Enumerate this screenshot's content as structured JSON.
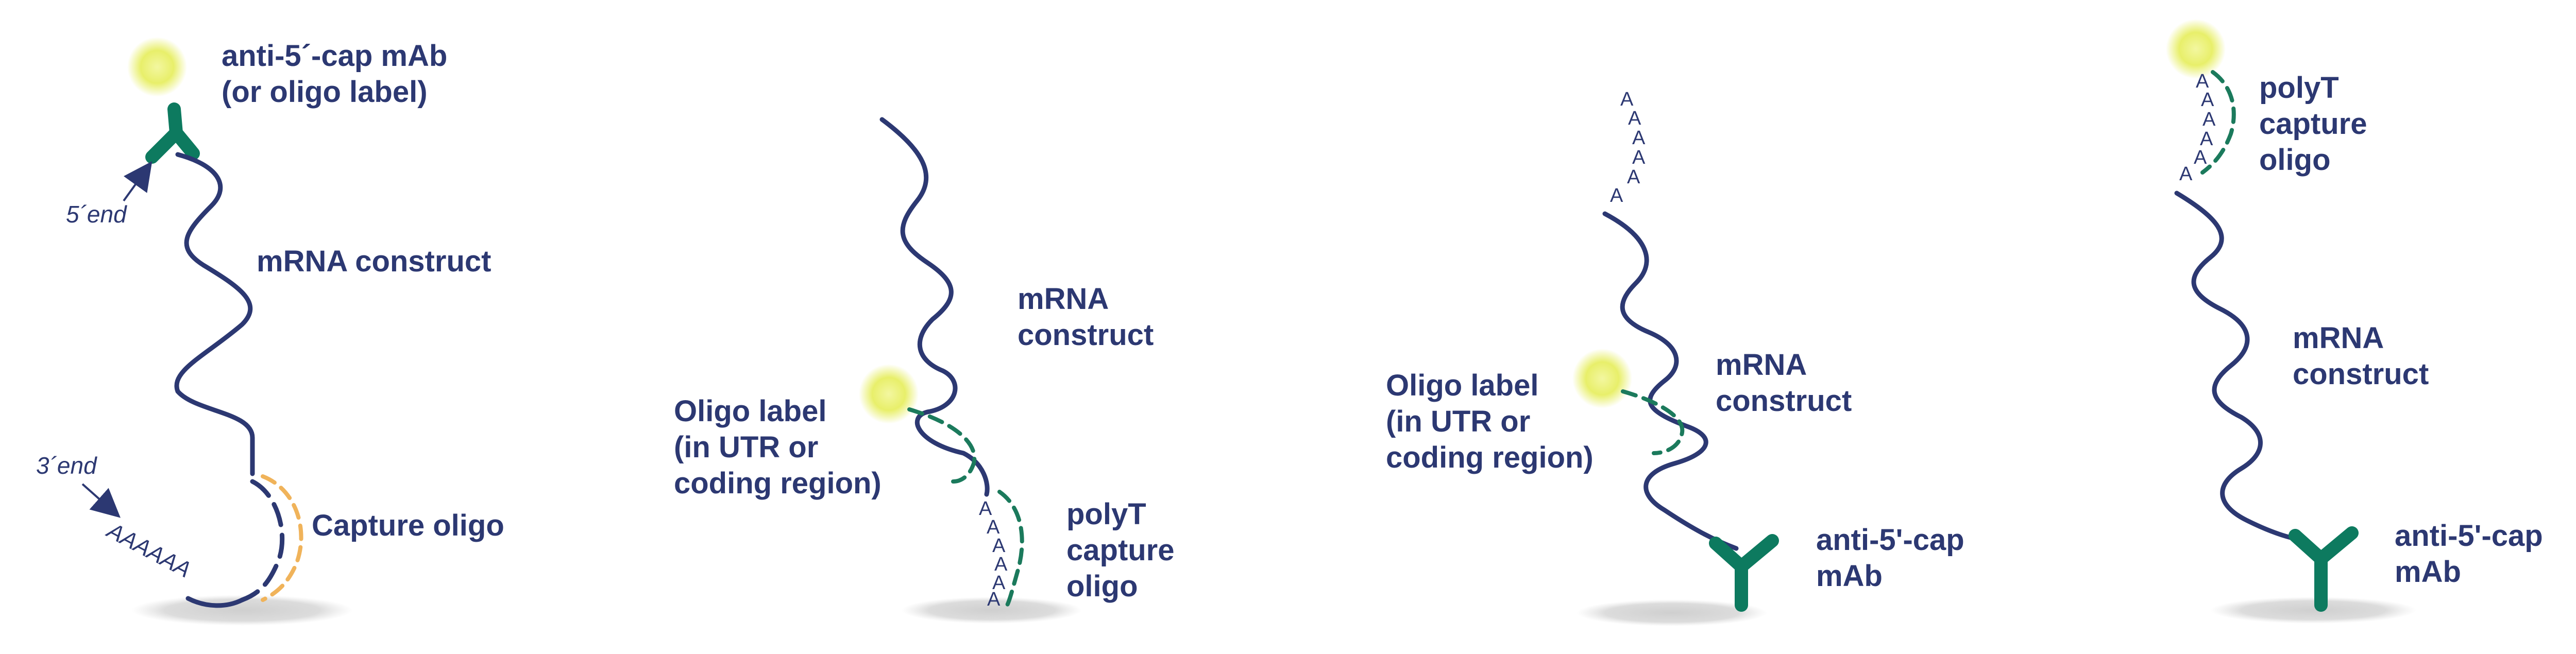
{
  "colors": {
    "rna": "#2c3872",
    "antibody": "#0d7a5f",
    "capture_oligo": "#f0b35a",
    "polyt_oligo": "#1b7a5c",
    "label_glow": "#e8ef6a",
    "surface": "#d9d9d9"
  },
  "panel1": {
    "label_cap_line1": "anti-5´-cap mAb",
    "label_cap_line2": "(or oligo label)",
    "five_end": "5´end",
    "construct": "mRNA construct",
    "three_end": "3´end",
    "polyA": "AAAAAA",
    "capture": "Capture oligo"
  },
  "panel2": {
    "construct_line1": "mRNA",
    "construct_line2": "construct",
    "oligo_line1": "Oligo label",
    "oligo_line2": "(in UTR or",
    "oligo_line3": "coding region)",
    "polyA": [
      "A",
      "A",
      "A",
      "A",
      "A",
      "A"
    ],
    "polyT_line1": "polyT",
    "polyT_line2": "capture",
    "polyT_line3": "oligo"
  },
  "panel3": {
    "polyA": [
      "A",
      "A",
      "A",
      "A",
      "A",
      "A"
    ],
    "construct_line1": "mRNA",
    "construct_line2": "construct",
    "oligo_line1": "Oligo label",
    "oligo_line2": "(in UTR or",
    "oligo_line3": "coding region)",
    "ab_line1": "anti-5'-cap",
    "ab_line2": "mAb"
  },
  "panel4": {
    "polyA": [
      "A",
      "A",
      "A",
      "A",
      "A",
      "A"
    ],
    "polyT_line1": "polyT",
    "polyT_line2": "capture",
    "polyT_line3": "oligo",
    "construct_line1": "mRNA",
    "construct_line2": "construct",
    "ab_line1": "anti-5'-cap",
    "ab_line2": "mAb"
  }
}
